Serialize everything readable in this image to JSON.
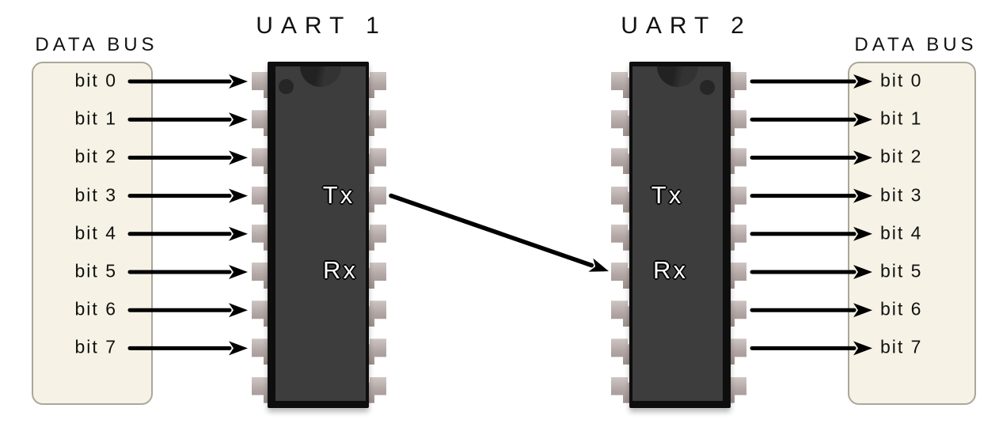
{
  "titles": {
    "uart1": "UART 1",
    "uart2": "UART 2"
  },
  "left_bus": {
    "label": "DATA BUS",
    "bits": [
      "bit 0",
      "bit 1",
      "bit 2",
      "bit 3",
      "bit 4",
      "bit 5",
      "bit 6",
      "bit 7"
    ]
  },
  "right_bus": {
    "label": "DATA BUS",
    "bits": [
      "bit 0",
      "bit 1",
      "bit 2",
      "bit 3",
      "bit 4",
      "bit 5",
      "bit 6",
      "bit 7"
    ]
  },
  "uart1": {
    "tx": "Tx",
    "rx": "Rx"
  },
  "uart2": {
    "tx": "Tx",
    "rx": "Rx"
  },
  "connection": {
    "from": "uart1.tx",
    "to": "uart2.rx"
  },
  "colors": {
    "background": "#ffffff",
    "bus_fill": "#f6f3e6",
    "bus_border": "#aaa79b",
    "chip_body": "#3d3d3d",
    "chip_edge": "#0e0e0e",
    "pin_fill": "#b3a8a6",
    "arrow": "#000000",
    "text": "#111111",
    "chip_label": "#ffffff"
  }
}
